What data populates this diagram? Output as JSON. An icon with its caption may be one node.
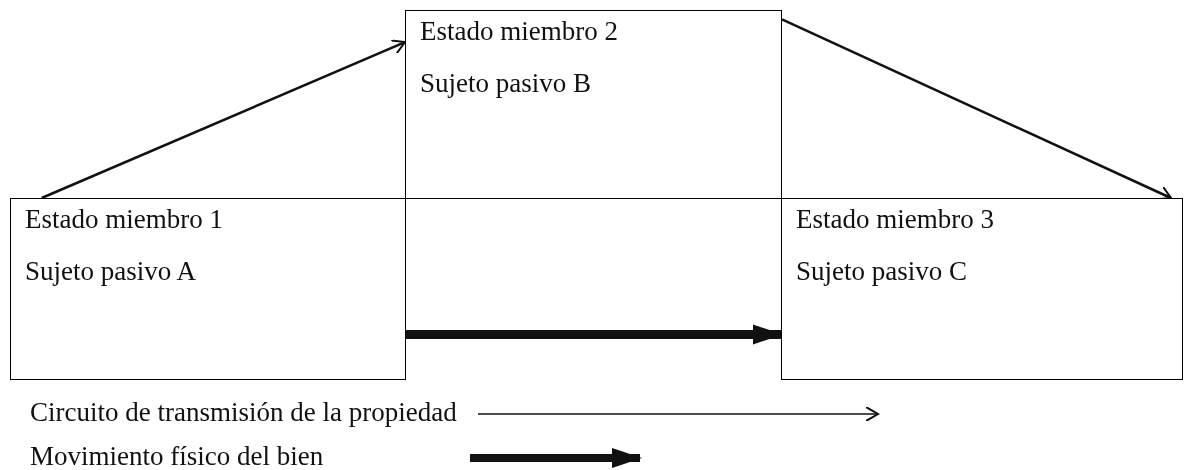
{
  "diagram": {
    "nodes": [
      {
        "text": [
          "Estado miembro 1",
          "Sujeto pasivo A"
        ]
      },
      {
        "text": [
          "Estado miembro 2",
          "Sujeto pasivo B"
        ]
      },
      {
        "text": [
          "Estado miembro 3",
          "Sujeto pasivo C"
        ]
      }
    ],
    "edges": [
      {
        "from": 0,
        "to": 1,
        "arrow": "to"
      },
      {
        "from": 1,
        "to": 2,
        "arrow": "to"
      },
      {
        "from": 0,
        "to": 2,
        "arrow": "to",
        "style": "thick"
      }
    ],
    "legend": [
      {
        "text": "Circuito de transmisión de la propiedad"
      },
      {
        "text": "Movimiento físico del bien"
      }
    ]
  }
}
